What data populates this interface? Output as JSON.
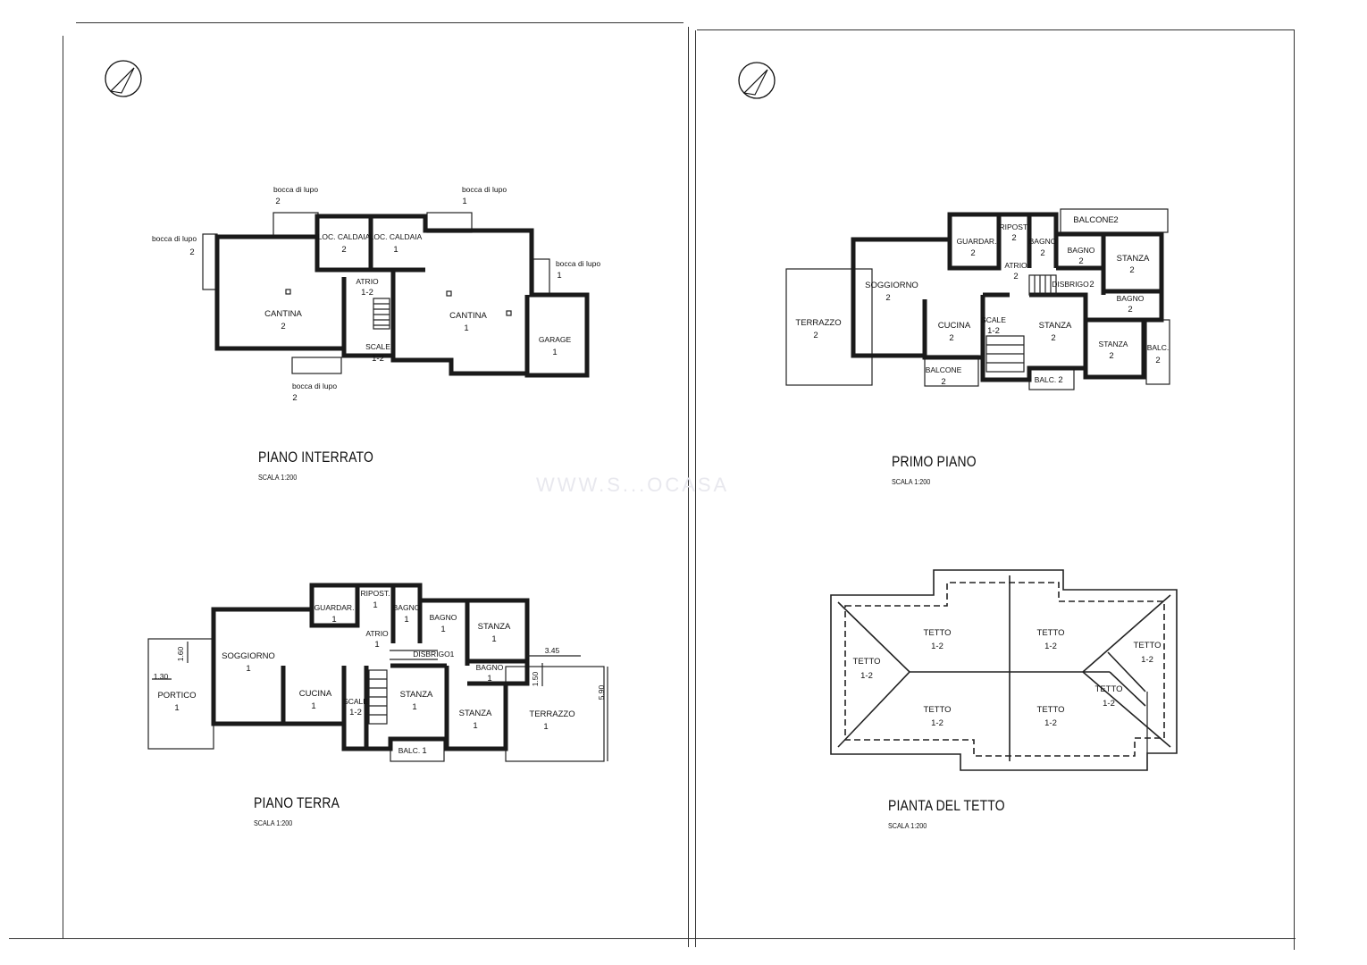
{
  "plans": {
    "basement": {
      "title": "PIANO INTERRATO",
      "scale": "SCALA 1:200",
      "rooms": [
        {
          "name": "CANTINA",
          "num": "2"
        },
        {
          "name": "CANTINA",
          "num": "1"
        },
        {
          "name": "LOC. CALDAIA",
          "num": "2"
        },
        {
          "name": "LOC. CALDAIA",
          "num": "1"
        },
        {
          "name": "ATRIO",
          "num": "1-2"
        },
        {
          "name": "SCALE",
          "num": "1-2"
        },
        {
          "name": "GARAGE",
          "num": "1"
        }
      ],
      "bocche": [
        {
          "name": "bocca di lupo",
          "num": "2"
        },
        {
          "name": "bocca di lupo",
          "num": "1"
        },
        {
          "name": "bocca di lupo",
          "num": "2"
        },
        {
          "name": "bocca di lupo",
          "num": "1"
        },
        {
          "name": "bocca di lupo",
          "num": "2"
        }
      ]
    },
    "ground": {
      "title": "PIANO TERRA",
      "scale": "SCALA 1:200",
      "rooms": [
        {
          "name": "PORTICO",
          "num": "1"
        },
        {
          "name": "SOGGIORNO",
          "num": "1"
        },
        {
          "name": "GUARDAR.",
          "num": "1"
        },
        {
          "name": "RIPOST.",
          "num": "1"
        },
        {
          "name": "BAGNO",
          "num": "1"
        },
        {
          "name": "BAGNO",
          "num": "1"
        },
        {
          "name": "STANZA",
          "num": "1"
        },
        {
          "name": "ATRIO",
          "num": "1"
        },
        {
          "name": "DISBRIGO",
          "num": "1"
        },
        {
          "name": "CUCINA",
          "num": "1"
        },
        {
          "name": "SCALE",
          "num": "1-2"
        },
        {
          "name": "STANZA",
          "num": "1"
        },
        {
          "name": "BAGNO",
          "num": "1"
        },
        {
          "name": "STANZA",
          "num": "1"
        },
        {
          "name": "TERRAZZO",
          "num": "1"
        },
        {
          "name": "BALC.",
          "num": "1"
        }
      ],
      "dims": [
        "1.60",
        "1.30",
        "3.45",
        "1.50",
        "5.90"
      ]
    },
    "first": {
      "title": "PRIMO PIANO",
      "scale": "SCALA 1:200",
      "rooms": [
        {
          "name": "TERRAZZO",
          "num": "2"
        },
        {
          "name": "SOGGIORNO",
          "num": "2"
        },
        {
          "name": "GUARDAR.",
          "num": "2"
        },
        {
          "name": "RIPOST.",
          "num": "2"
        },
        {
          "name": "BAGNO",
          "num": "2"
        },
        {
          "name": "BALCONE",
          "num": "2"
        },
        {
          "name": "BAGNO",
          "num": "2"
        },
        {
          "name": "STANZA",
          "num": "2"
        },
        {
          "name": "ATRIO",
          "num": "2"
        },
        {
          "name": "DISBRIGO",
          "num": "2"
        },
        {
          "name": "BAGNO",
          "num": "2"
        },
        {
          "name": "CUCINA",
          "num": "2"
        },
        {
          "name": "SCALE",
          "num": "1-2"
        },
        {
          "name": "STANZA",
          "num": "2"
        },
        {
          "name": "STANZA",
          "num": "2"
        },
        {
          "name": "BALC.",
          "num": "2"
        },
        {
          "name": "BALCONE",
          "num": "2"
        },
        {
          "name": "BALC.",
          "num": "2"
        }
      ]
    },
    "roof": {
      "title": "PIANTA DEL TETTO",
      "scale": "SCALA 1:200",
      "rooms": [
        {
          "name": "TETTO",
          "num": "1-2"
        },
        {
          "name": "TETTO",
          "num": "1-2"
        },
        {
          "name": "TETTO",
          "num": "1-2"
        },
        {
          "name": "TETTO",
          "num": "1-2"
        },
        {
          "name": "TETTO",
          "num": "1-2"
        },
        {
          "name": "TETTO",
          "num": "1-2"
        },
        {
          "name": "TETTO",
          "num": "1-2"
        }
      ]
    }
  },
  "watermark": "WWW.S...OCASA"
}
